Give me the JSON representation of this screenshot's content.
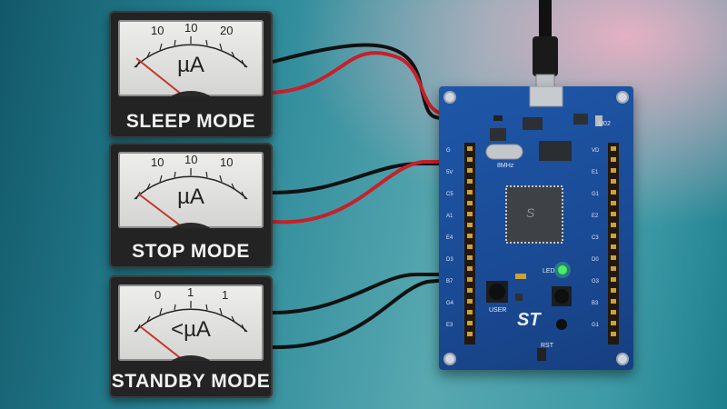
{
  "meters": [
    {
      "mode_label": "SLEEP MODE",
      "unit": "µA",
      "scale_labels": [
        "10",
        "10",
        "20"
      ]
    },
    {
      "mode_label": "STOP MODE",
      "unit": "µA",
      "scale_labels": [
        "10",
        "10",
        "10"
      ]
    },
    {
      "mode_label": "STANDBY MODE",
      "unit": "<µA",
      "scale_labels": [
        "0",
        "1",
        "1"
      ]
    }
  ],
  "board": {
    "logo": "ST",
    "labels": {
      "user_button": "USER",
      "led": "LED",
      "crystal": "8MHz",
      "header_right": "U02",
      "reset": "RST"
    }
  },
  "colors": {
    "board": "#1d54a3",
    "wire_red": "#c8202a",
    "wire_black": "#111111",
    "led_green": "#48f060",
    "chip": "#3e4146",
    "header": "#23180f",
    "pins": "#c9a23a"
  }
}
